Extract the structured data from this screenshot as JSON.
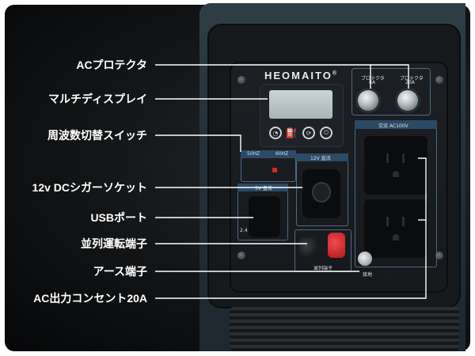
{
  "callouts": [
    {
      "label": "ACプロテクタ"
    },
    {
      "label": "マルチディスプレイ"
    },
    {
      "label": "周波数切替スイッチ"
    },
    {
      "label": "12v DCシガーソケット"
    },
    {
      "label": "USBポート"
    },
    {
      "label": "並列運転端子"
    },
    {
      "label": "アース端子"
    },
    {
      "label": "AC出力コンセント20A"
    }
  ],
  "panel": {
    "brand": "HEOMAITO",
    "brand_mark": "®",
    "protector_left": "プロテクタ",
    "protector_left_rating": "8A",
    "protector_right": "プロテクタ",
    "protector_right_rating": "20A",
    "ac_output": "交流 AC100V",
    "freq_50": "50HZ",
    "freq_60": "60HZ",
    "dc12": "12V 直流",
    "usb": "5V 直流",
    "usb_rating": "2.4",
    "parallel": "並列端子",
    "earth": "接地"
  },
  "colors": {
    "label_text": "#ffffff",
    "panel_accent": "#2b4a66",
    "parallel_terminal": "#d8262c"
  }
}
